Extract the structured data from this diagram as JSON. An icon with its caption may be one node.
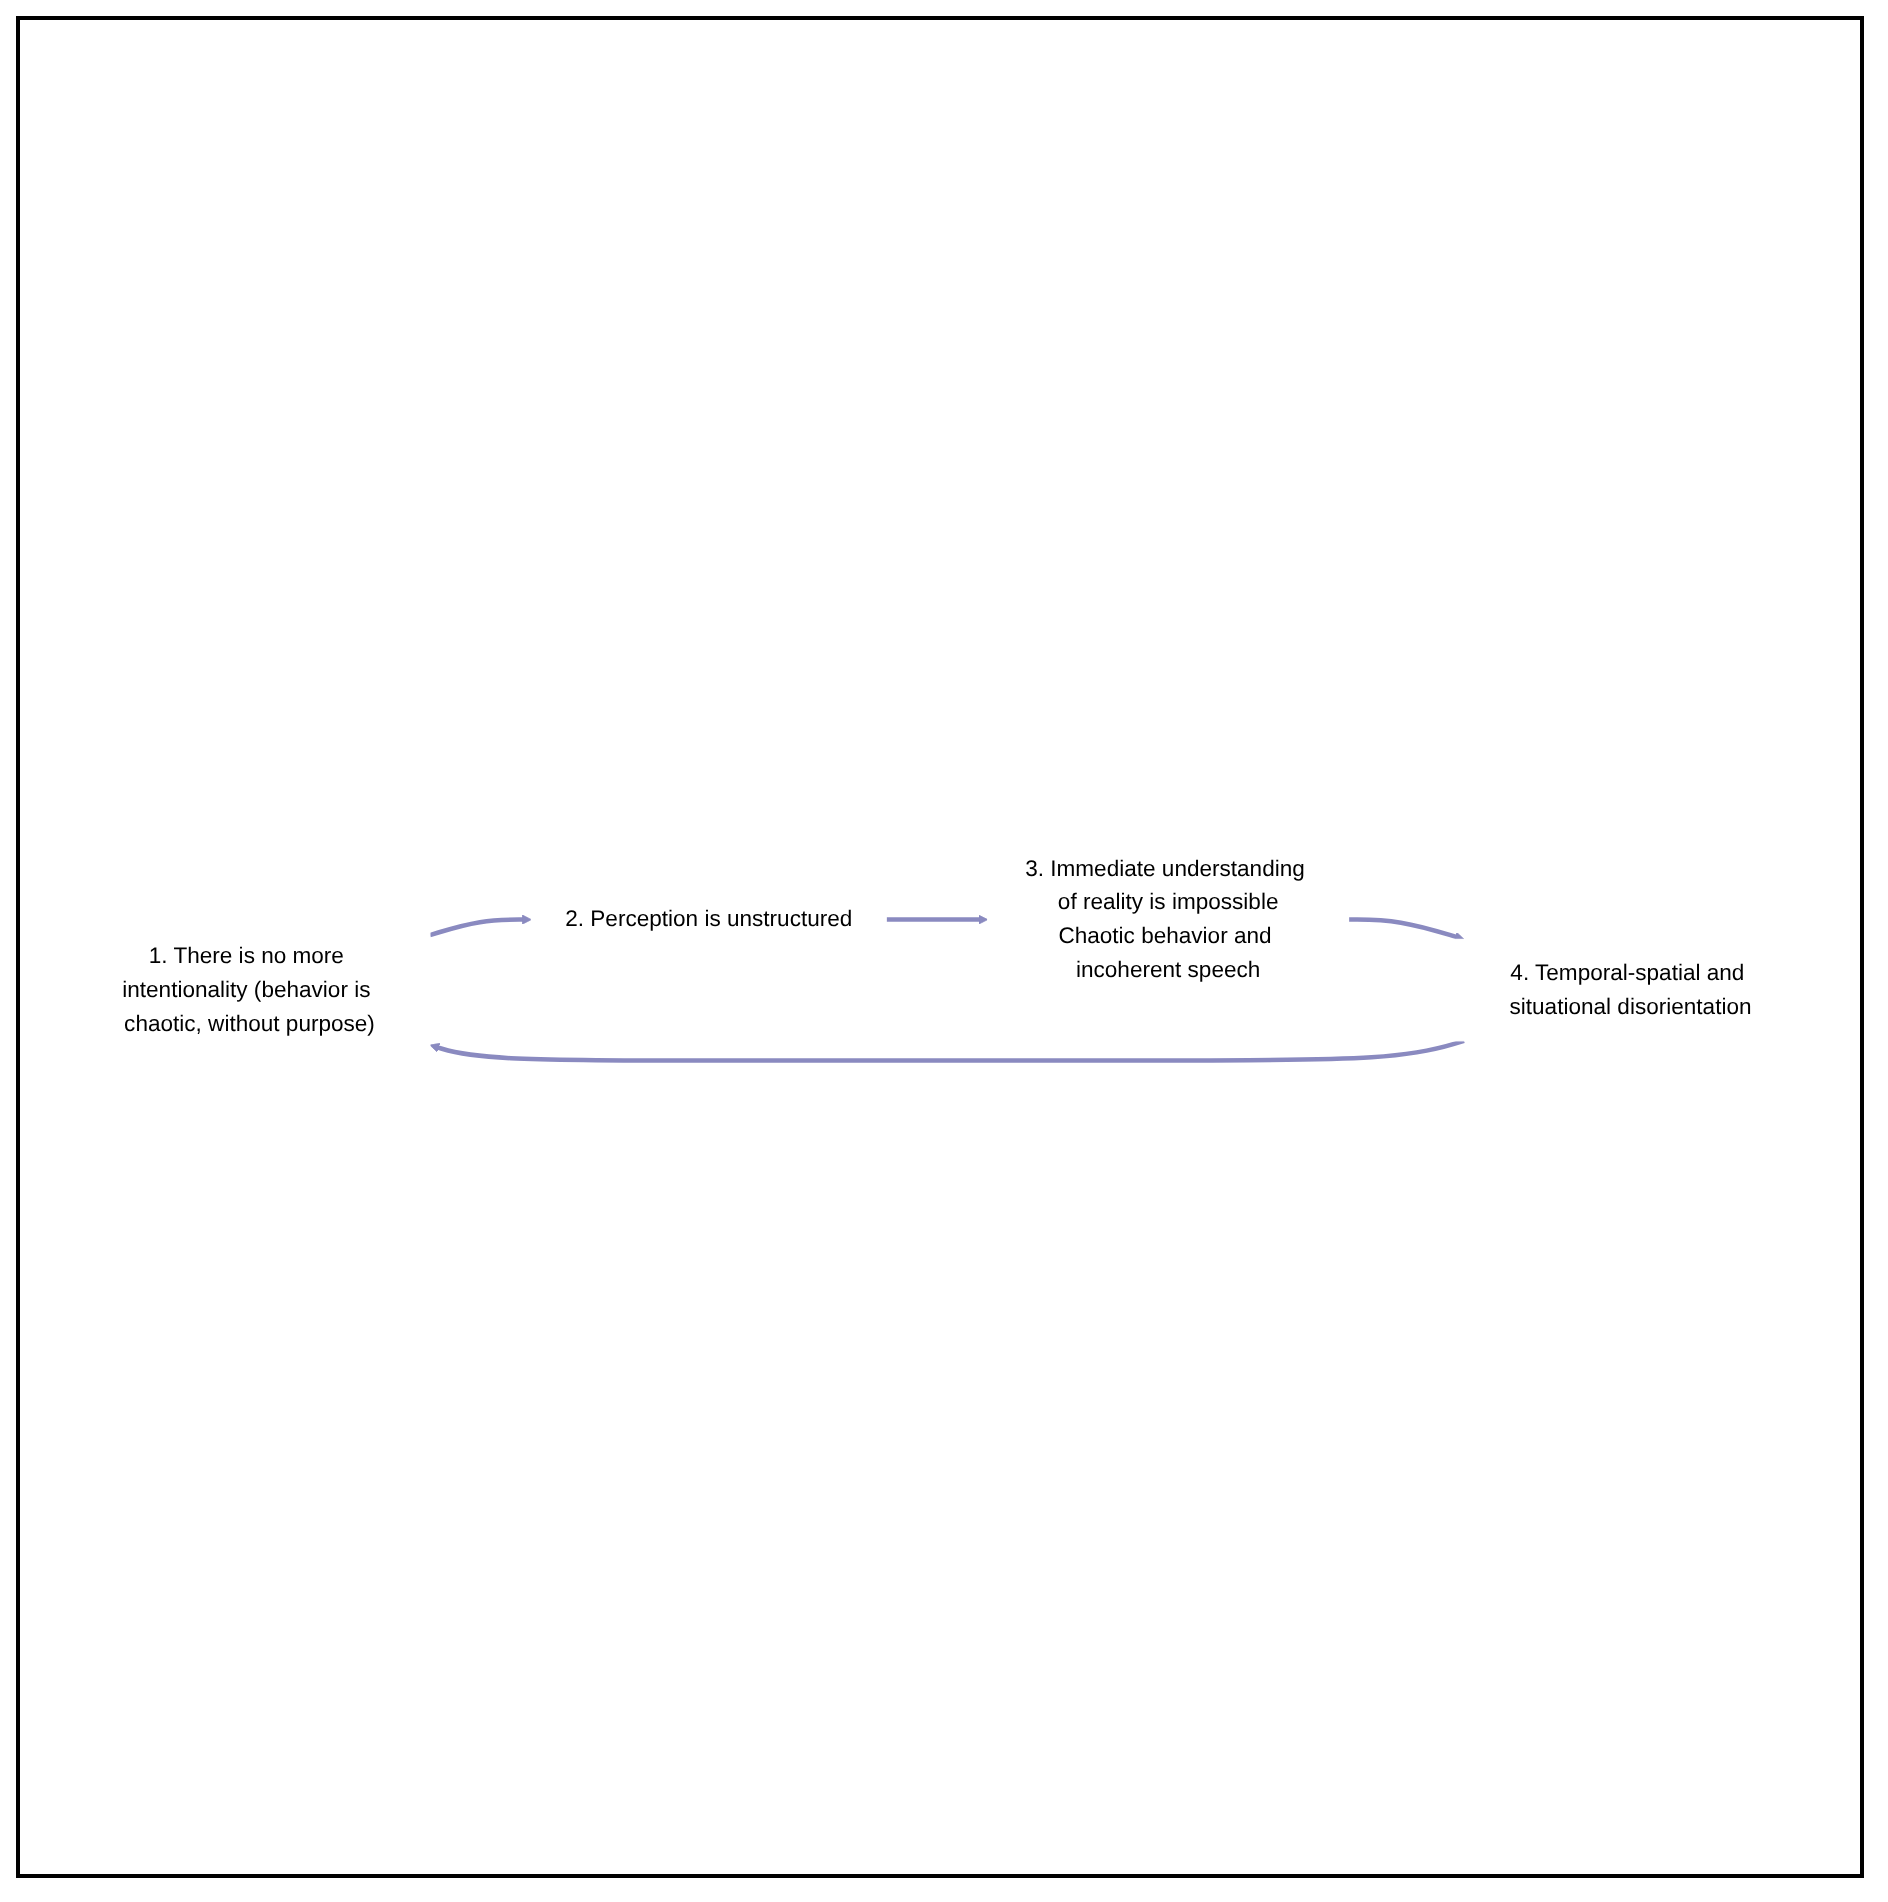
{
  "diagram": {
    "nodes": [
      {
        "text": [
          "1. There is no more intentionality (behavior is chaotic, without purpose)"
        ]
      },
      {
        "text": [
          "2. Perception is unstructured"
        ]
      },
      {
        "text": [
          "3. Immediate understanding of reality is impossible",
          "Chaotic behavior and incoherent speech"
        ]
      },
      {
        "text": [
          "4. Temporal-spatial and situational disorientation"
        ]
      }
    ],
    "edges": [
      {
        "from": 0,
        "to": 1,
        "arrow": "to"
      },
      {
        "from": 1,
        "to": 2,
        "arrow": "to"
      },
      {
        "from": 2,
        "to": 3,
        "arrow": "to"
      },
      {
        "from": 3,
        "to": 0,
        "arrow": "to"
      }
    ]
  }
}
